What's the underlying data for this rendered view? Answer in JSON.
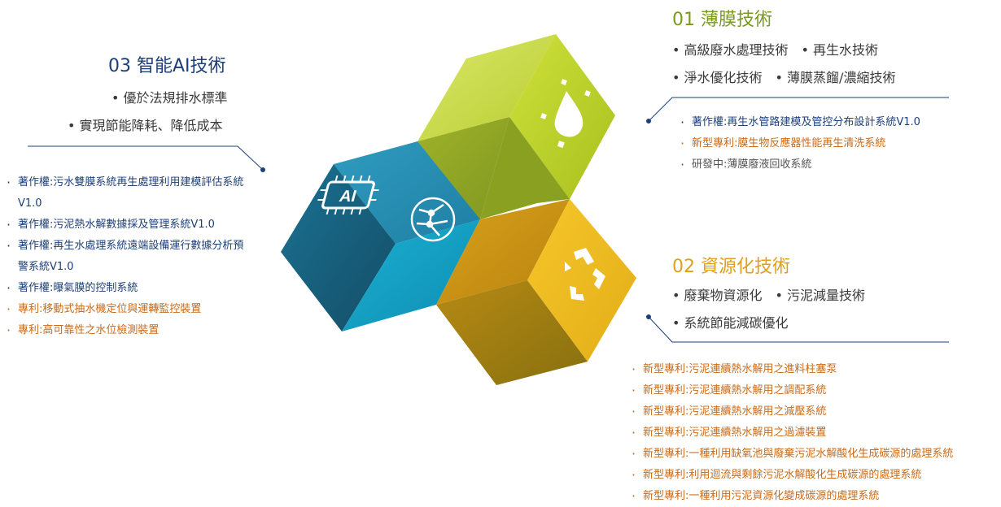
{
  "section_ai": {
    "title": "03 智能AI技術",
    "techs": [
      "• 優於法規排水標準",
      "• 實現節能降耗、降低成本"
    ],
    "items": [
      {
        "text": "著作權:污水雙膜系統再生處理利用建模評估系統V1.0",
        "type": "copyright"
      },
      {
        "text": "著作權:污泥熱水解數據採及管理系統V1.0",
        "type": "copyright"
      },
      {
        "text": "著作權:再生水處理系統遠端設備運行數據分析預警系統V1.0",
        "type": "copyright"
      },
      {
        "text": "著作權:曝氣膜的控制系統",
        "type": "copyright"
      },
      {
        "text": "專利:移動式抽水機定位與運轉監控裝置",
        "type": "patent"
      },
      {
        "text": "專利:高可靠性之水位檢測裝置",
        "type": "patent"
      }
    ]
  },
  "section_membrane": {
    "title": "01 薄膜技術",
    "techs_row1": "• 高級廢水處理技術　• 再生水技術",
    "techs_row2": "• 淨水優化技術　• 薄膜蒸餾/濃縮技術",
    "items": [
      {
        "text": "著作權:再生水管路建模及管控分布設計系統V1.0",
        "type": "copyright"
      },
      {
        "text": "新型專利:膜生物反應器性能再生清洗系統",
        "type": "patent"
      },
      {
        "text": "研發中:薄膜廢液回收系統",
        "type": "research"
      }
    ]
  },
  "section_resource": {
    "title": "02 資源化技術",
    "techs_row1": "• 廢棄物資源化　• 污泥減量技術",
    "techs_row2": "• 系統節能減碳優化",
    "items": [
      {
        "text": "新型專利:污泥連續熱水解用之進料柱塞泵",
        "type": "patent"
      },
      {
        "text": "新型專利:污泥連續熱水解用之調配系統",
        "type": "patent"
      },
      {
        "text": "新型專利:污泥連續熱水解用之減壓系統",
        "type": "patent"
      },
      {
        "text": "新型專利:污泥連續熱水解用之過濾裝置",
        "type": "patent"
      },
      {
        "text": "新型專利:一種利用缺氧池與廢棄污泥水解酸化生成碳源的處理系統",
        "type": "patent"
      },
      {
        "text": "新型專利:利用迴流與剩餘污泥水解酸化生成碳源的處理系統",
        "type": "patent"
      },
      {
        "text": "新型專利:一種利用污泥資源化變成碳源的處理系統",
        "type": "patent"
      }
    ]
  },
  "cube_labels": {
    "ai_chip": "AI"
  },
  "colors": {
    "blue_title": "#1d3f78",
    "green_title": "#7a9a1c",
    "orange_title": "#e0a01c",
    "copyright_text": "#1d3f78",
    "patent_text": "#c96a18",
    "research_text": "#555555"
  }
}
